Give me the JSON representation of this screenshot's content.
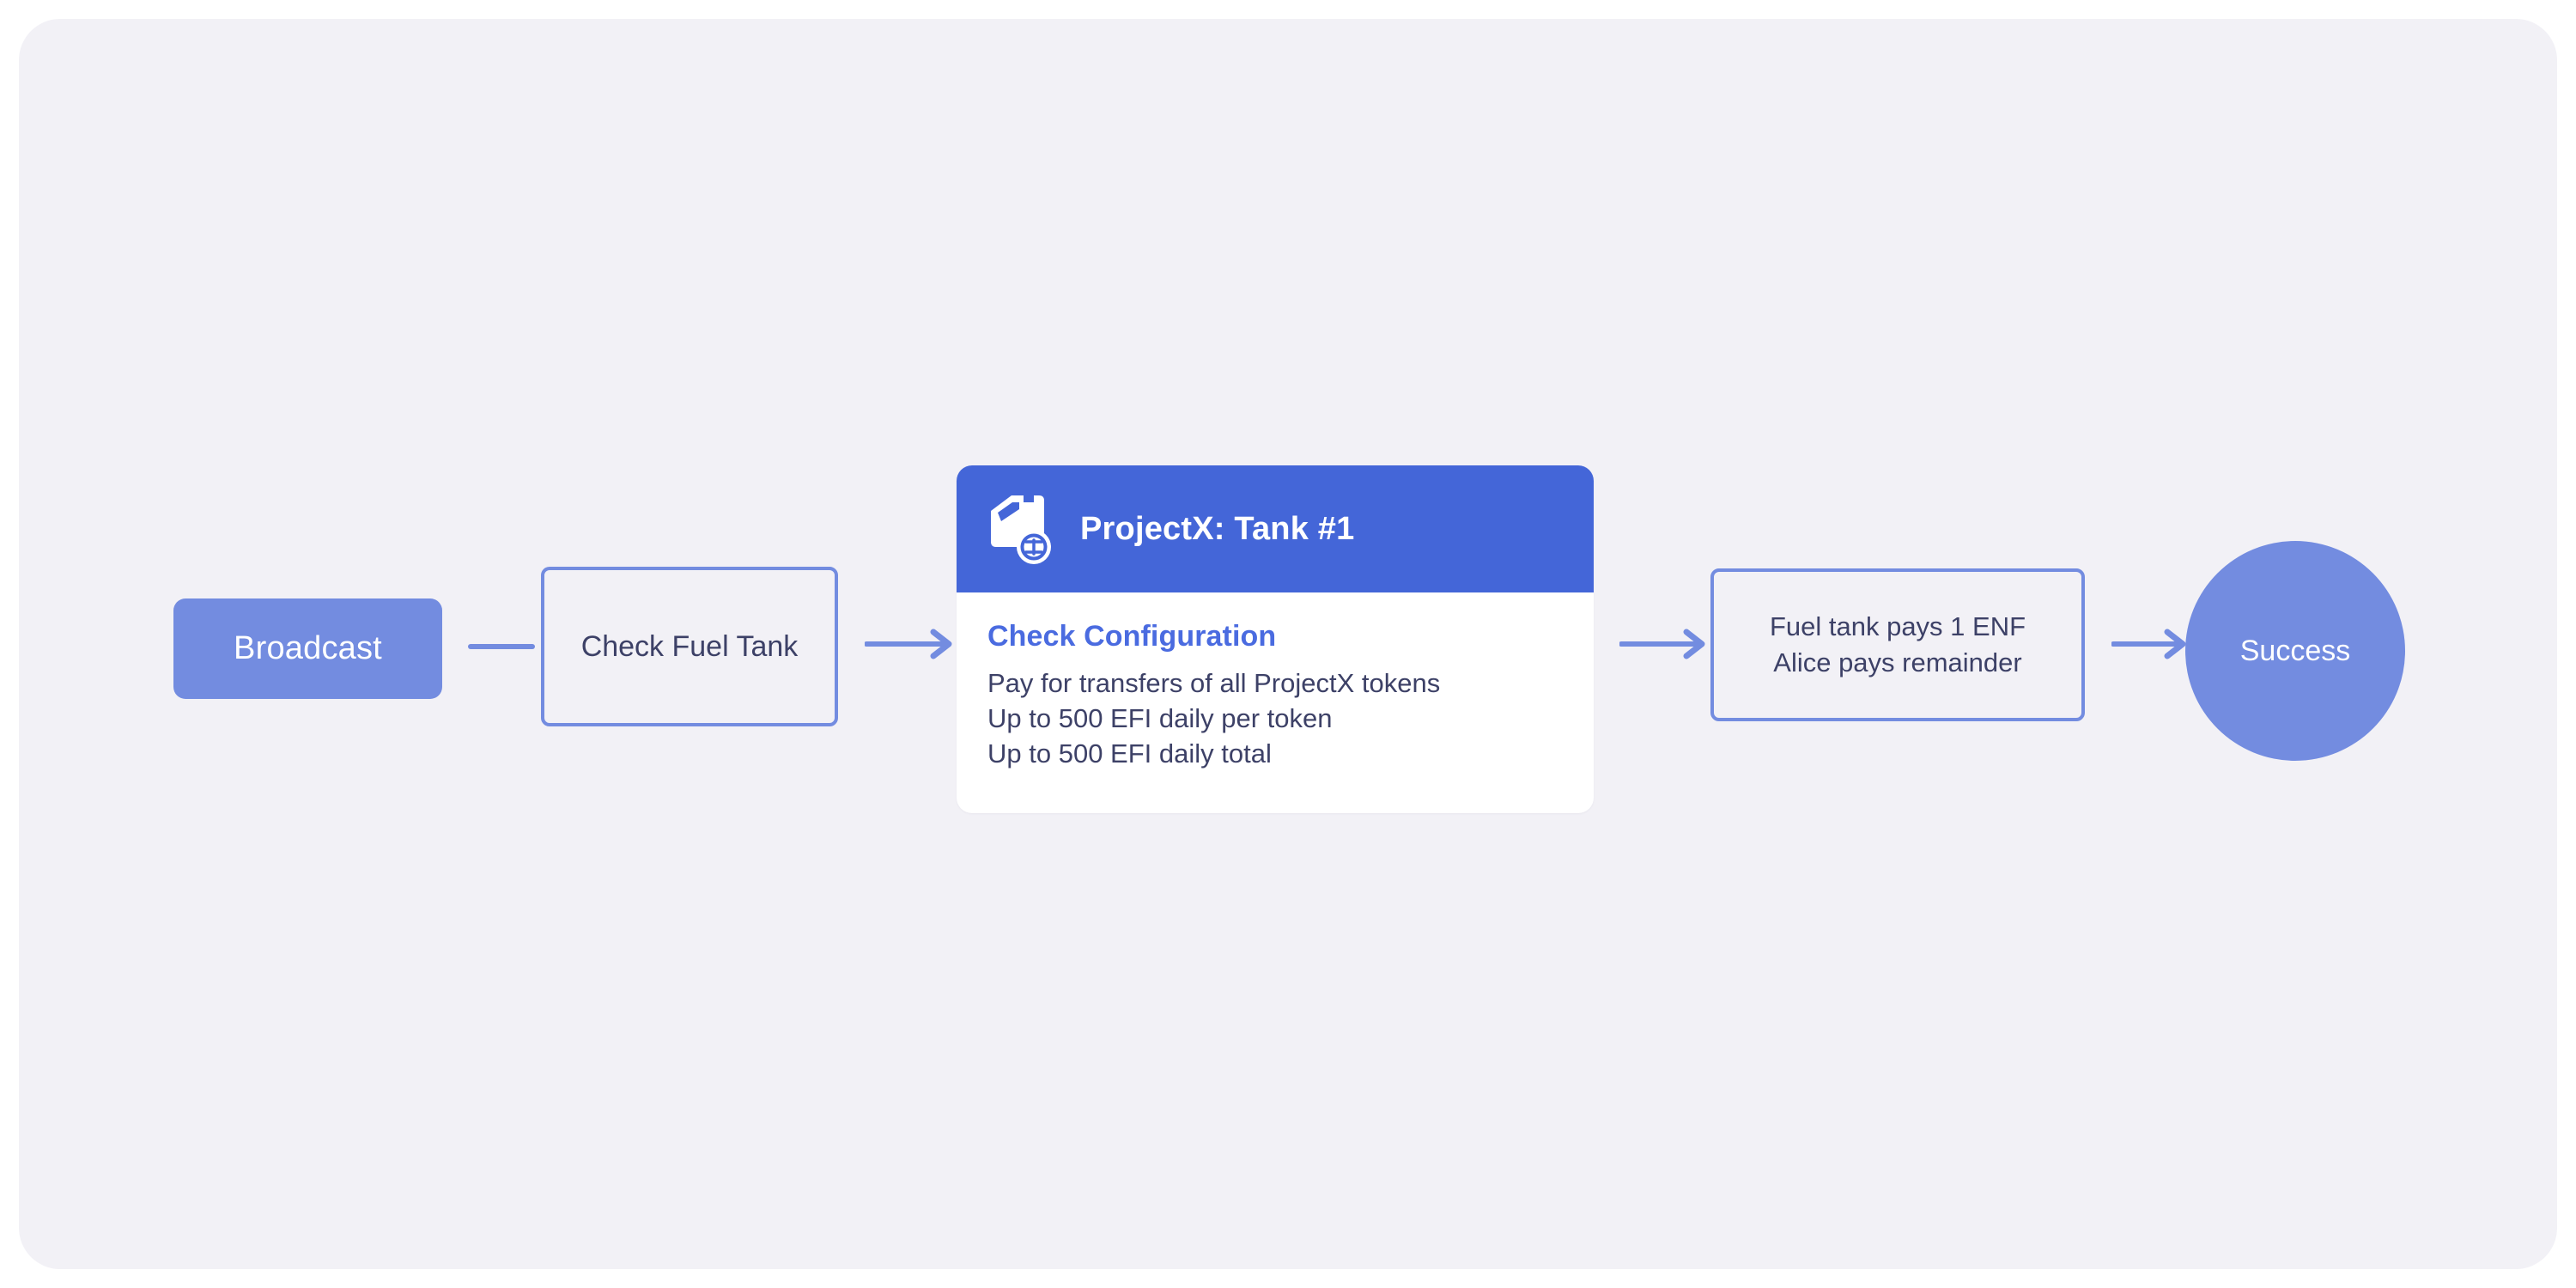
{
  "diagram": {
    "background_color": "#f2f1f6",
    "accent_primary": "#4466d8",
    "accent_secondary": "#738ce0",
    "heading_color": "#4a6be0",
    "text_color": "#3d4167",
    "nodes": {
      "broadcast": {
        "label": "Broadcast"
      },
      "check_fuel_tank": {
        "label": "Check Fuel Tank"
      },
      "card": {
        "icon_name": "fuel-can-token-icon",
        "title": "ProjectX: Tank #1",
        "heading": "Check Configuration",
        "lines": [
          "Pay for transfers of all ProjectX tokens",
          "Up to 500 EFI daily per token",
          "Up to 500 EFI daily total"
        ]
      },
      "pays": {
        "lines": [
          "Fuel tank pays 1 ENF",
          "Alice pays remainder"
        ]
      },
      "success": {
        "label": "Success"
      }
    },
    "connectors": [
      {
        "name": "broadcast-to-check-fuel-tank",
        "style": "line"
      },
      {
        "name": "check-fuel-tank-to-card",
        "style": "arrow"
      },
      {
        "name": "card-to-pays",
        "style": "arrow"
      },
      {
        "name": "pays-to-success",
        "style": "arrow"
      }
    ]
  }
}
